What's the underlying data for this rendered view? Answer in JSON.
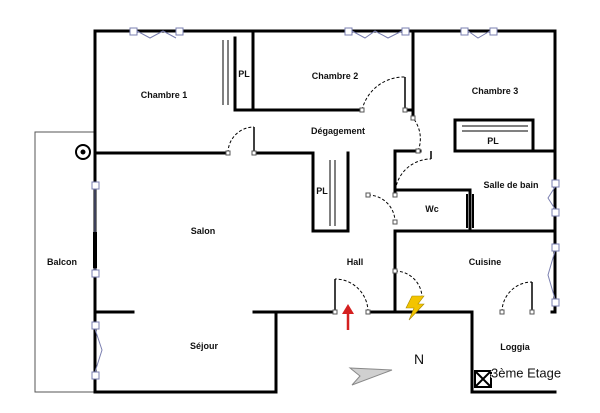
{
  "plan": {
    "rooms": {
      "chambre1": "Chambre 1",
      "chambre2": "Chambre 2",
      "chambre3": "Chambre 3",
      "degagement": "Dégagement",
      "salle_de_bain": "Salle de bain",
      "wc": "Wc",
      "salon": "Salon",
      "hall": "Hall",
      "cuisine": "Cuisine",
      "balcon": "Balcon",
      "sejour": "Séjour",
      "loggia": "Loggia"
    },
    "closets": {
      "pl_1": "PL",
      "pl_2": "PL",
      "pl_3": "PL"
    },
    "compass_label": "N",
    "floor_label": "3ème Etage"
  },
  "colors": {
    "wall": "#000000",
    "window": "#7a7fb0",
    "entrance_arrow": "#d42020",
    "electric_panel": "#f3c400",
    "compass": "#a8a8a8"
  }
}
